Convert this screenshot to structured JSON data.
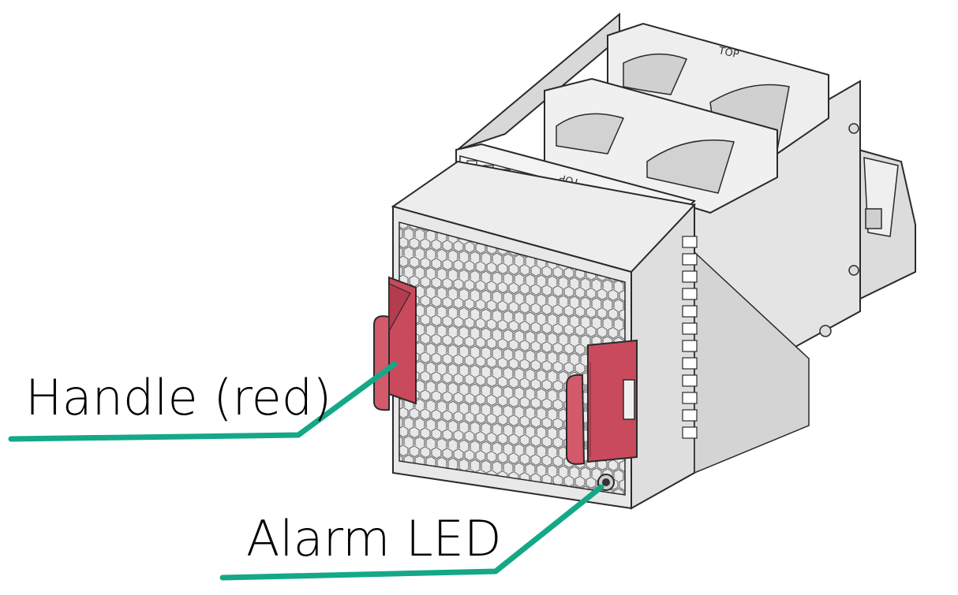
{
  "callouts": {
    "handle": {
      "label": "Handle (red)"
    },
    "alarm_led": {
      "label": "Alarm LED"
    }
  },
  "fan_labels": {
    "top_rear": "TOP",
    "top_front": "TOP"
  },
  "colors": {
    "handle_red": "#c94a5c",
    "handle_dark": "#8e2a3a",
    "leader_green": "#14a887",
    "metal_light": "#e6e6e6",
    "metal_mid": "#cfcfcf",
    "metal_dark": "#a6a6a6",
    "outline": "#2a2a2a"
  },
  "icons": {
    "led": "alarm-led-icon",
    "fan": "fan-icon",
    "screw": "screw-icon"
  }
}
